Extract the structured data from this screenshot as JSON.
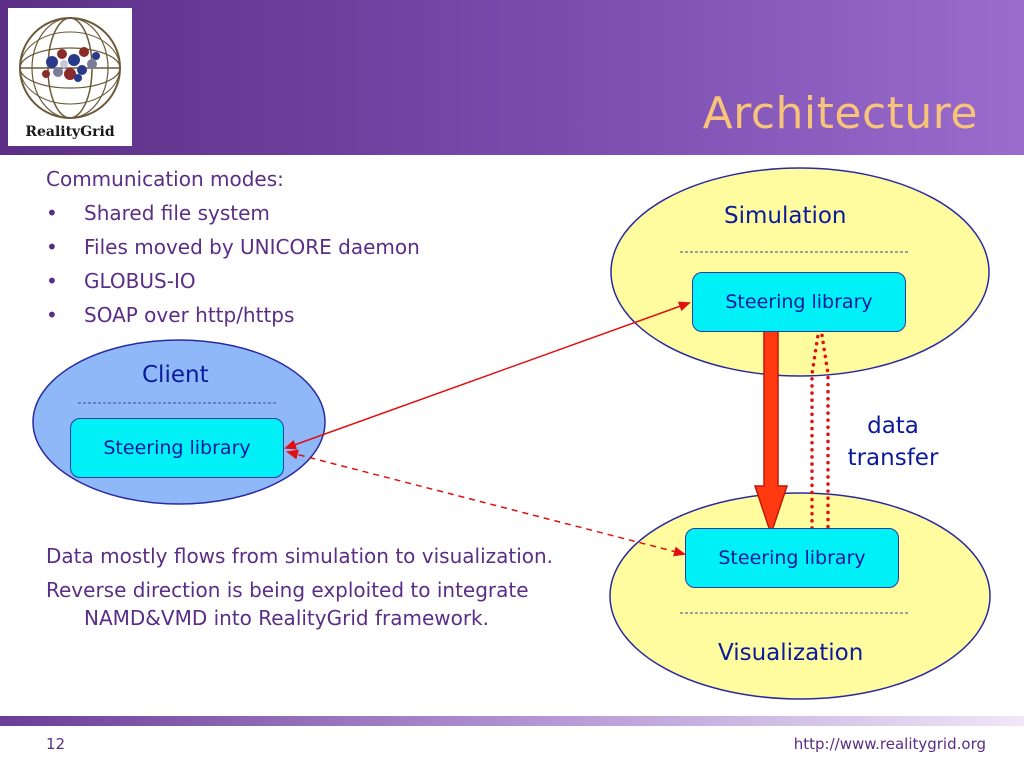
{
  "slide": {
    "title": "Architecture",
    "logo_text": "RealityGrid",
    "page_number": "12",
    "url": "http://www.realitygrid.org",
    "colors": {
      "header_start": "#5c2f86",
      "header_end": "#9a6cce",
      "title": "#f7c47a",
      "body_text": "#5a2e86",
      "diagram_text": "#0a1a9a",
      "box_fill": "#00f0f8",
      "client_fill": "#8fb8f8",
      "sim_fill": "#fffca0",
      "arrow_red": "#ff3a10"
    }
  },
  "communication": {
    "heading": "Communication modes:",
    "bullet": "•",
    "items": [
      "Shared file system",
      "Files moved by UNICORE daemon",
      "GLOBUS-IO",
      "SOAP over http/https"
    ]
  },
  "notes": [
    "Data mostly flows from simulation to visualization.",
    "Reverse direction is being exploited to integrate NAMD&VMD into RealityGrid framework."
  ],
  "diagram": {
    "client": {
      "label": "Client",
      "library": "Steering library"
    },
    "simulation": {
      "label": "Simulation",
      "library": "Steering library"
    },
    "visualization": {
      "label": "Visualization",
      "library": "Steering library"
    },
    "data_transfer": [
      "data",
      "transfer"
    ],
    "icons": [
      "globe-logo-icon",
      "bidirectional-arrow-icon",
      "dashed-arrow-icon",
      "block-arrow-icon",
      "dotted-return-arrow-icon"
    ]
  }
}
